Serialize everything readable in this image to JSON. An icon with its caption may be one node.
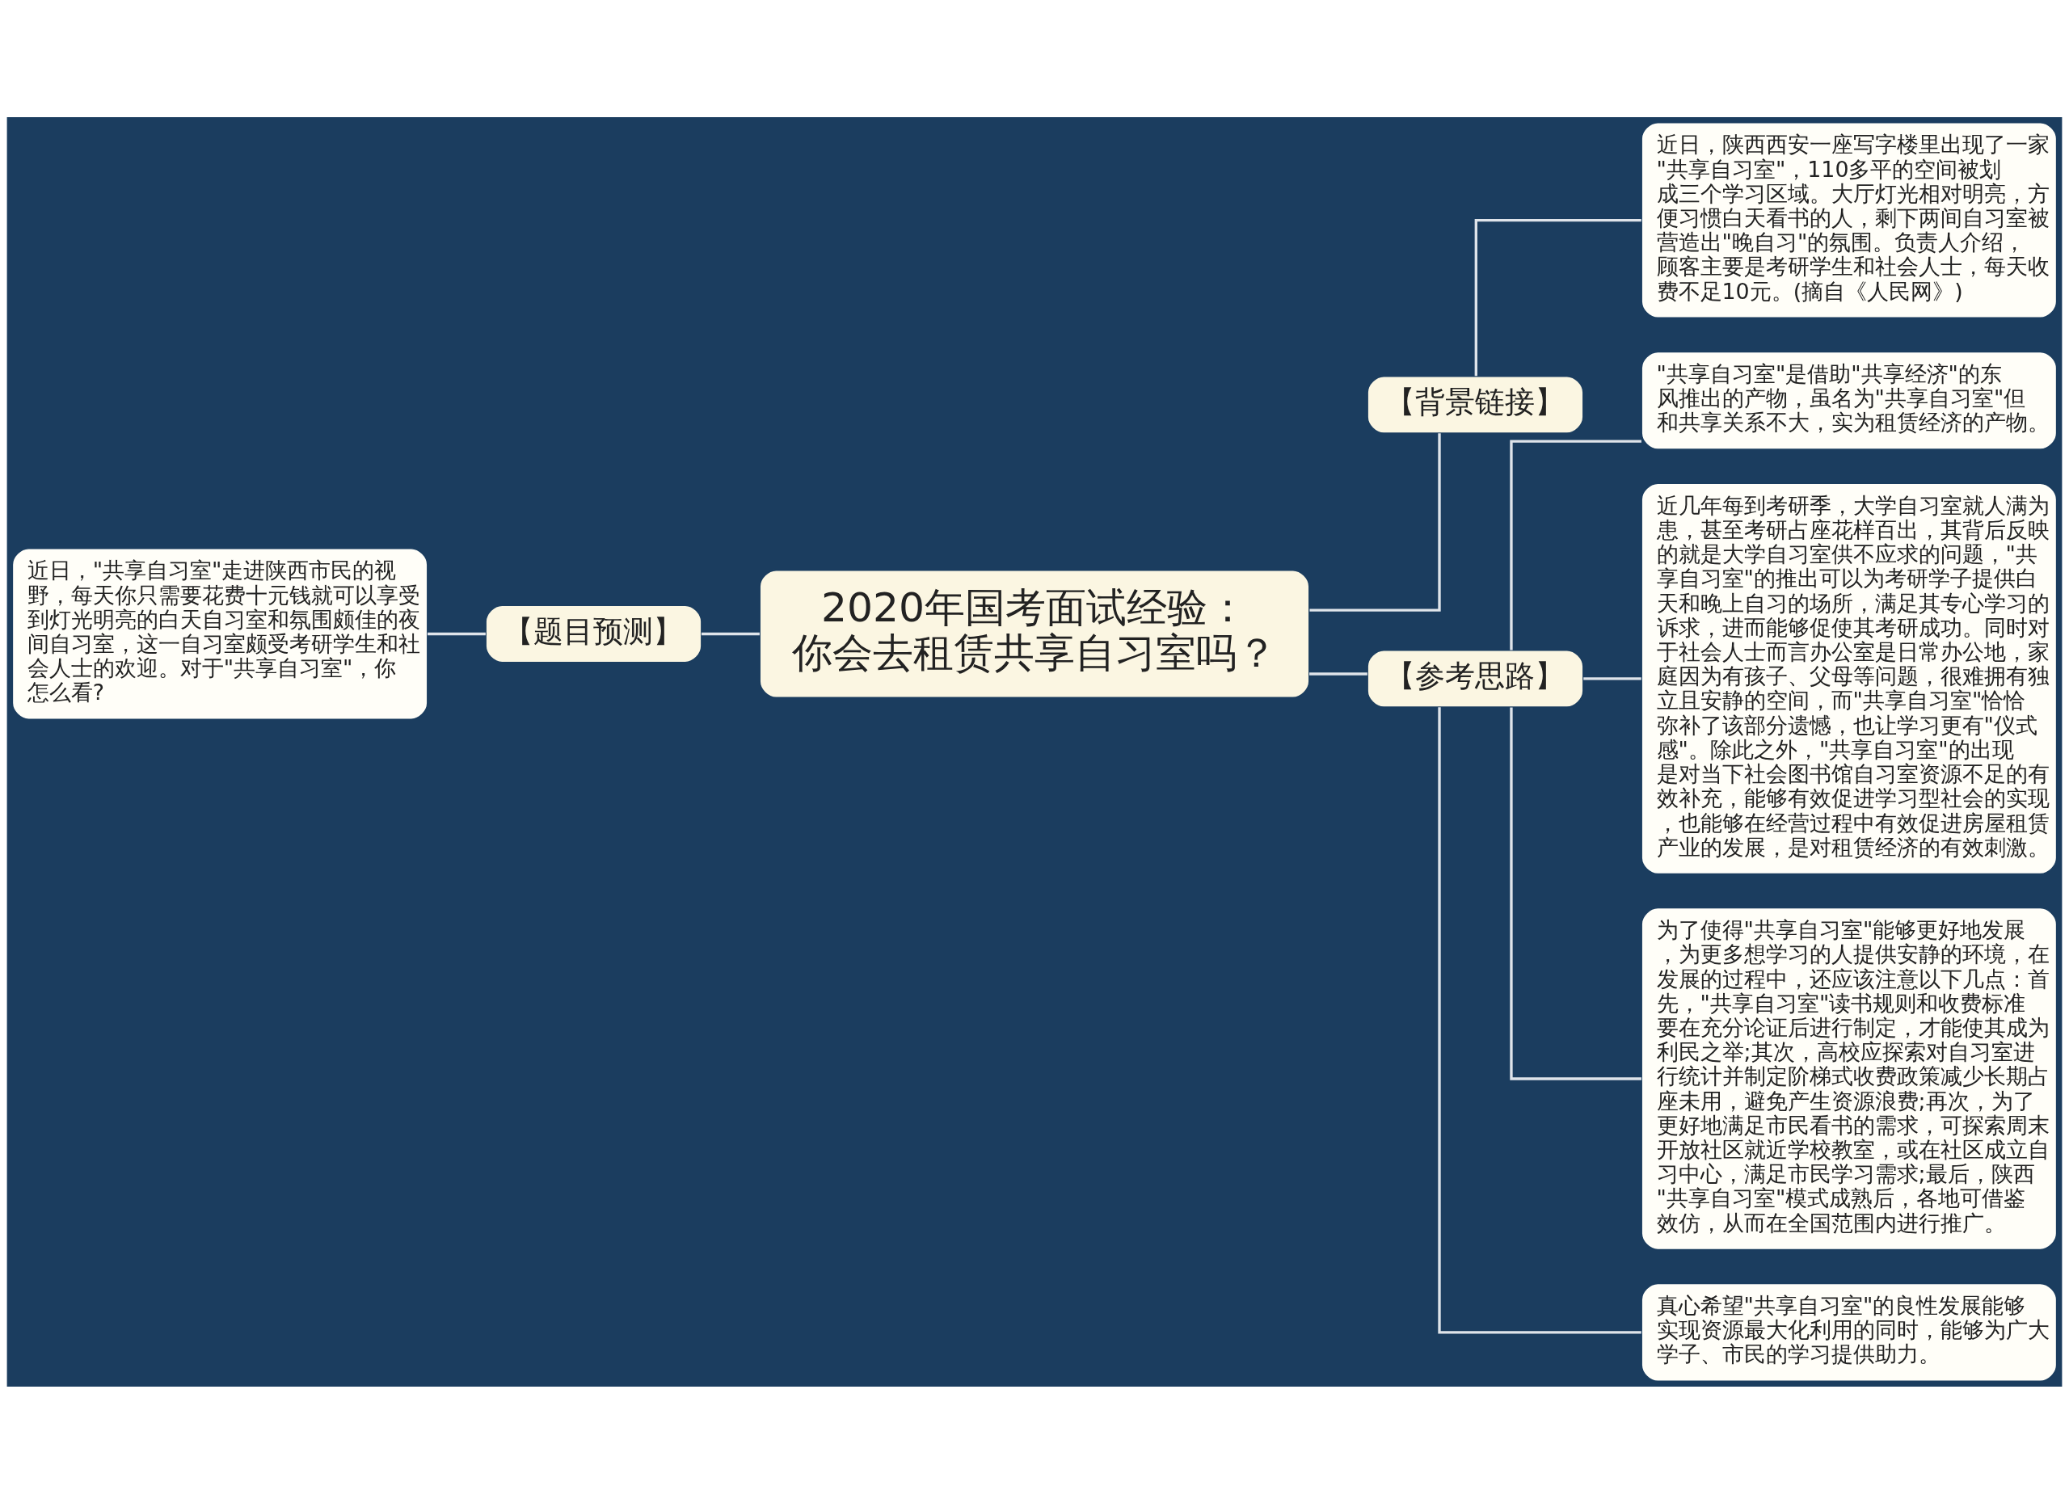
{
  "diagram": {
    "nodes": [
      {
        "text": [
          "2020年国考面试经验：你会去租赁共享自习室吗？"
        ]
      },
      {
        "text": [
          "【题目预测】"
        ]
      },
      {
        "text": [
          "近日，\"共享自习室\"走进陕西市民的视野，每天你只需要花费十元钱就可以享受到灯光明亮的白天自习室和氛围颇佳的夜间自习室，这一自习室颇受考研学生和社会人士的欢迎。对于\"共享自习室\"，你怎么看?"
        ]
      },
      {
        "text": [
          "【背景链接】"
        ]
      },
      {
        "text": [
          "近日，陕西西安一座写字楼里出现了一家\"共享自习室\"，110多平的空间被划成三个学习区域。大厅灯光相对明亮，方便习惯白天看书的人，剩下两间自习室被营造出\"晚自习\"的氛围。负责人介绍，顾客主要是考研学生和社会人士，每天收费不足10元。(摘自《人民网》)"
        ]
      },
      {
        "text": [
          "【参考思路】"
        ]
      },
      {
        "text": [
          "\"共享自习室\"是借助\"共享经济\"的东风推出的产物，虽名为\"共享自习室\"但和共享关系不大，实为租赁经济的产物。"
        ]
      },
      {
        "text": [
          "近几年每到考研季，大学自习室就人满为患，甚至考研占座花样百出，其背后反映的就是大学自习室供不应求的问题，\"共享自习室\"的推出可以为考研学子提供白天和晚上自习的场所，满足其专心学习的诉求，进而能够促使其考研成功。同时对于社会人士而言办公室是日常办公地，家庭因为有孩子、父母等问题，很难拥有独立且安静的空间，而\"共享自习室\"恰恰弥补了该部分遗憾，也让学习更有\"仪式感\"。除此之外，\"共享自习室\"的出现是对当下社会图书馆自习室资源不足的有效补充，能够有效促进学习型社会的实现，也能够在经营过程中有效促进房屋租赁产业的发展，是对租赁经济的有效刺激。"
        ]
      },
      {
        "text": [
          "为了使得\"共享自习室\"能够更好地发展，为更多想学习的人提供安静的环境，在发展的过程中，还应该注意以下几点：首先，\"共享自习室\"读书规则和收费标准要在充分论证后进行制定，才能使其成为利民之举;其次，高校应探索对自习室进行统计并制定阶梯式收费政策减少长期占座未用，避免产生资源浪费;再次，为了更好地满足市民看书的需求，可探索周末开放社区就近学校教室，或在社区成立自习中心，满足市民学习需求;最后，陕西\"共享自习室\"模式成熟后，各地可借鉴效仿，从而在全国范围内进行推广。"
        ]
      },
      {
        "text": [
          "真心希望\"共享自习室\"的良性发展能够实现资源最大化利用的同时，能够为广大学子、市民的学习提供助力。"
        ]
      }
    ],
    "edges": [
      {
        "from": 2,
        "to": 1,
        "arrow": "none"
      },
      {
        "from": 1,
        "to": 0,
        "arrow": "none"
      },
      {
        "from": 0,
        "to": 3,
        "arrow": "none"
      },
      {
        "from": 3,
        "to": 4,
        "arrow": "none"
      },
      {
        "from": 0,
        "to": 5,
        "arrow": "none"
      },
      {
        "from": 5,
        "to": 6,
        "arrow": "none"
      },
      {
        "from": 5,
        "to": 7,
        "arrow": "none"
      },
      {
        "from": 5,
        "to": 8,
        "arrow": "none"
      },
      {
        "from": 5,
        "to": 9,
        "arrow": "none"
      }
    ]
  }
}
